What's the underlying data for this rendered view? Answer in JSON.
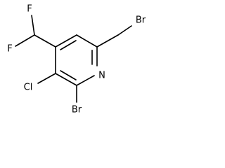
{
  "atom_labels": {
    "fluorine_top": "F",
    "fluorine_bottom": "F",
    "chlorine": "Cl",
    "bromine_ring": "Br",
    "ring_nitrogen": "N",
    "bromine_methyl": "Br"
  }
}
